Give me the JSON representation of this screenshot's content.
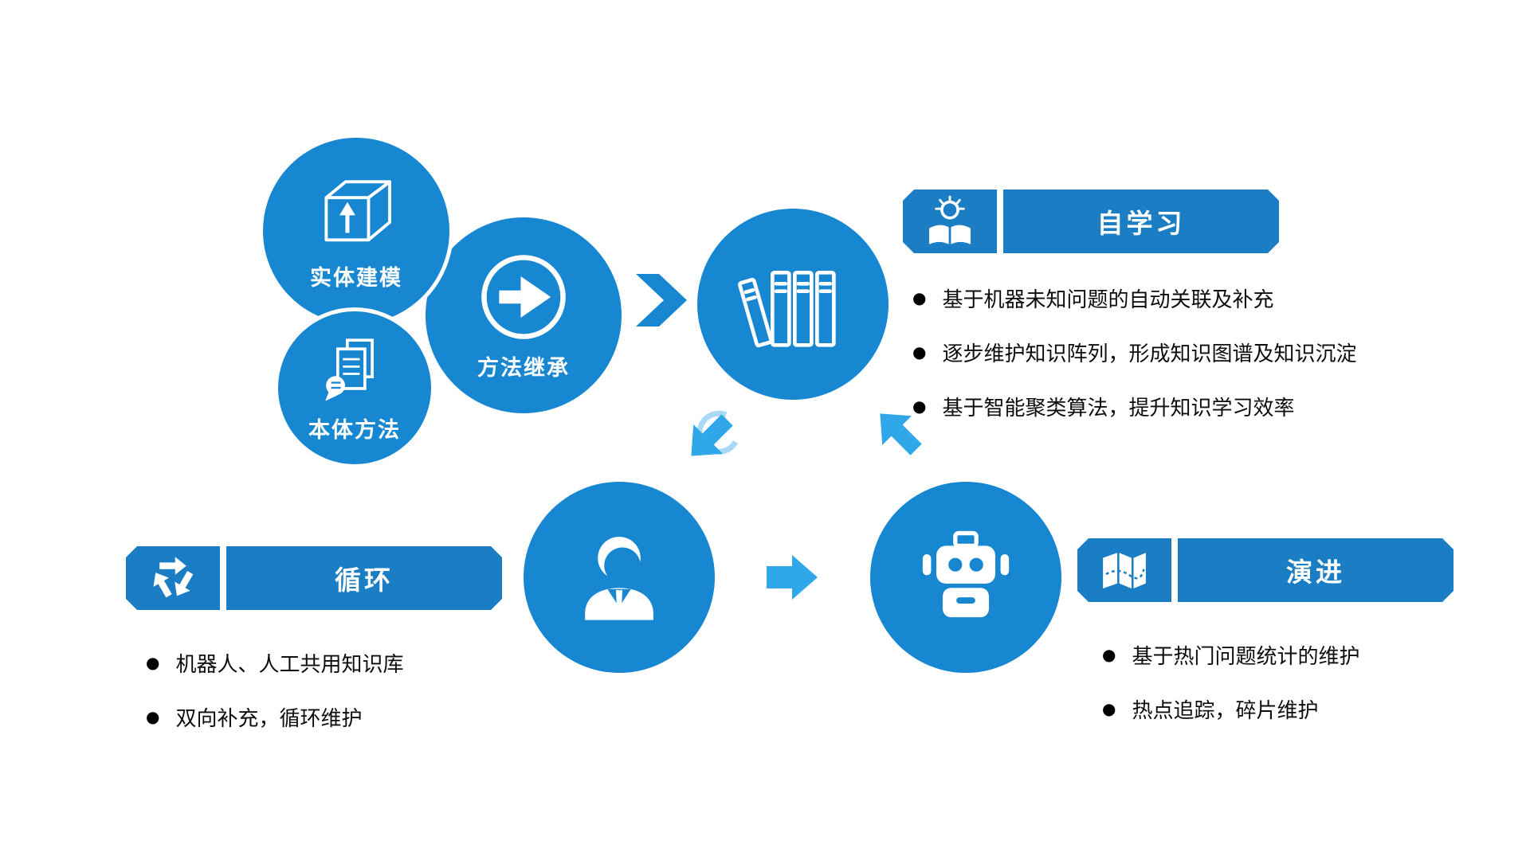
{
  "ui": {
    "bullet_char": "●"
  },
  "colors": {
    "circle_blue": "#1787d2",
    "banner_blue": "#1b7ec4",
    "arrow_light_blue": "#30a7e8",
    "text_black": "#0d0d0d",
    "white": "#ffffff"
  },
  "cluster": {
    "entity_label": "实体建模",
    "method_label": "方法继承",
    "ontology_label": "本体方法"
  },
  "sections": {
    "self_learning": {
      "title": "自学习",
      "bullets": [
        "基于机器未知问题的自动关联及补充",
        "逐步维护知识阵列，形成知识图谱及知识沉淀",
        "基于智能聚类算法，提升知识学习效率"
      ]
    },
    "cycle": {
      "title": "循环",
      "bullets": [
        "机器人、人工共用知识库",
        "双向补充，循环维护"
      ]
    },
    "evolution": {
      "title": "演进",
      "bullets": [
        "基于热门问题统计的维护",
        "热点追踪，碎片维护"
      ]
    }
  },
  "icons": {
    "entity": "cube-up-arrow-icon",
    "method": "circle-right-arrow-icon",
    "ontology": "documents-icon",
    "knowledge": "books-icon",
    "self_learning": "reading-person-icon",
    "human": "businessman-icon",
    "robot": "robot-icon",
    "cycle": "recycle-icon",
    "evolution": "map-icon",
    "flow": [
      "chevron-right-icon",
      "arrow-down-left-icon",
      "arrow-up-left-icon",
      "arrow-right-icon"
    ]
  }
}
